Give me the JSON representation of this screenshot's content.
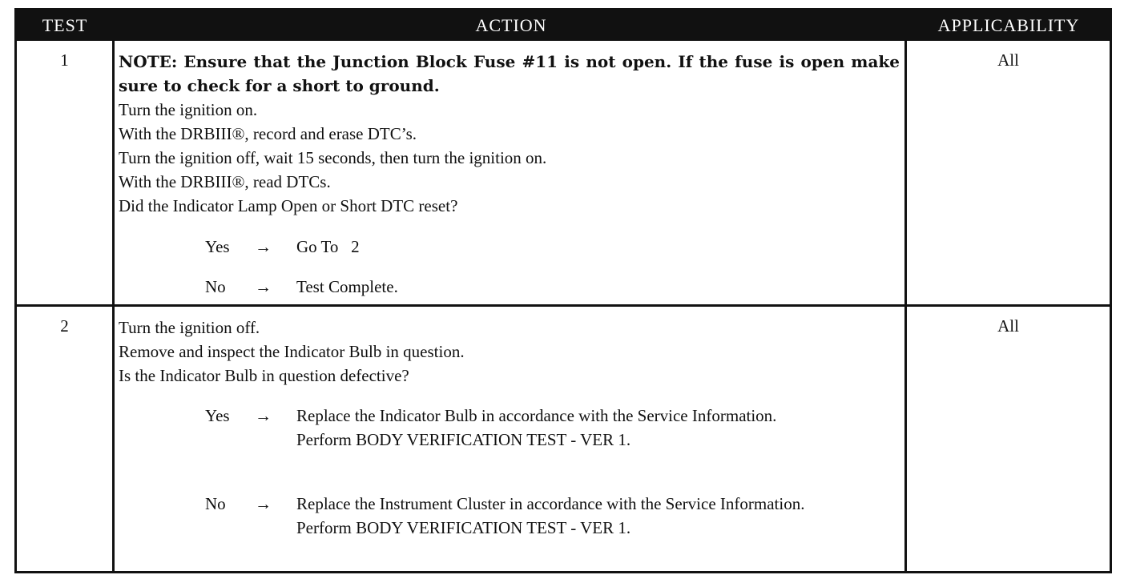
{
  "header": {
    "test": "TEST",
    "action": "ACTION",
    "applicability": "APPLICABILITY"
  },
  "rows": [
    {
      "test": "1",
      "note": "NOTE: Ensure that the Junction Block Fuse #11 is not open. If the fuse is open make sure to check for a short to ground.",
      "lines": [
        "Turn the ignition on.",
        "With the DRBIII®, record and erase DTC’s.",
        "Turn the ignition off, wait 15 seconds, then turn the ignition on.",
        "With the DRBIII®, read DTCs.",
        "Did the Indicator Lamp Open or Short DTC reset?"
      ],
      "answers": [
        {
          "label": "Yes",
          "arrow": "→",
          "text": "Go To   2"
        },
        {
          "label": "No",
          "arrow": "→",
          "text": "Test Complete."
        }
      ],
      "applicability": "All"
    },
    {
      "test": "2",
      "lines": [
        "Turn the ignition off.",
        "Remove and inspect the Indicator Bulb in question.",
        "Is the Indicator Bulb in question defective?"
      ],
      "answers": [
        {
          "label": "Yes",
          "arrow": "→",
          "text": "Replace the Indicator Bulb in accordance with the Service Information.",
          "text2": "Perform BODY VERIFICATION TEST - VER 1."
        },
        {
          "label": "No",
          "arrow": "→",
          "text": "Replace the Instrument Cluster in accordance with the Service Information.",
          "text2": "Perform BODY VERIFICATION TEST - VER 1."
        }
      ],
      "applicability": "All"
    }
  ]
}
